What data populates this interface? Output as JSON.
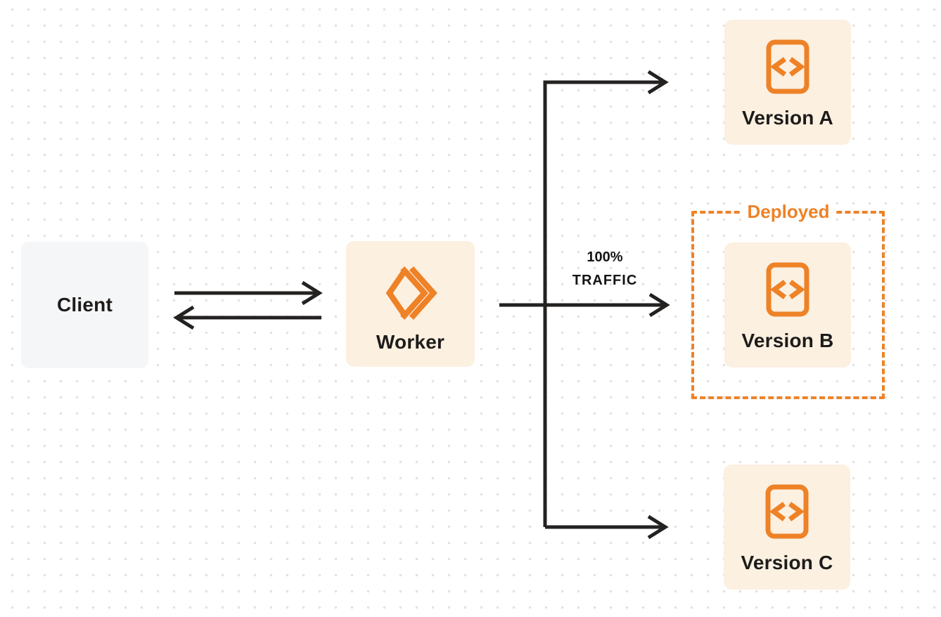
{
  "diagram": {
    "client": {
      "label": "Client"
    },
    "worker": {
      "label": "Worker"
    },
    "versions": [
      {
        "label": "Version A"
      },
      {
        "label": "Version B"
      },
      {
        "label": "Version C"
      }
    ],
    "deployed_tag": "Deployed",
    "traffic": {
      "percent": "100%",
      "word": "TRAFFIC"
    }
  },
  "icons": {
    "worker_icon": "workers-double-chevron-icon",
    "version_icon": "code-file-icon"
  },
  "colors": {
    "accent_orange": "#ee8227",
    "node_cream": "#fcf0e1",
    "client_gray": "#f5f6f7",
    "connector_dark": "#242220",
    "label_dark": "#1d1c1a",
    "dot_grid_gray": "#e2e2e2",
    "background": "#ffffff"
  }
}
